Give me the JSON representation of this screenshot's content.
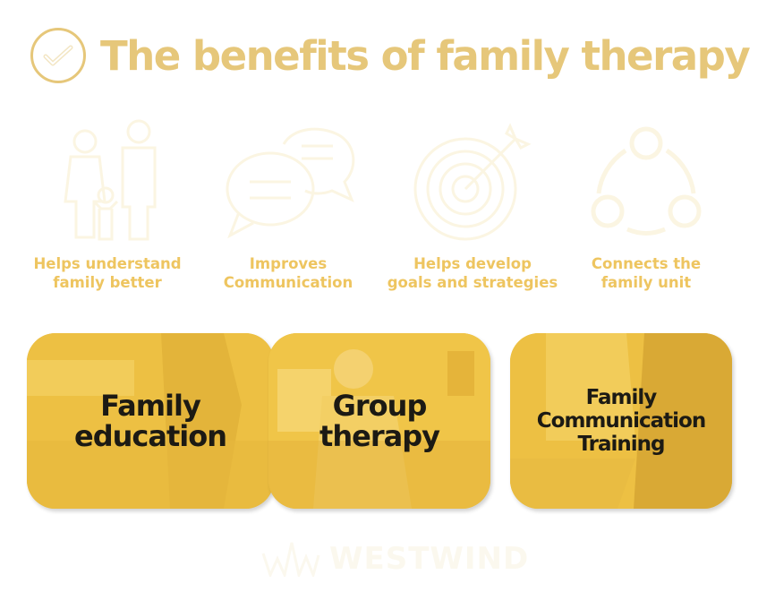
{
  "header": {
    "title": "The benefits of family therapy",
    "logo_icon": "checkmark-circle-icon",
    "accent_color": "#e6c77a"
  },
  "benefits": [
    {
      "icon": "family-icon",
      "line1": "Helps understand",
      "line2": "family better"
    },
    {
      "icon": "speech-bubbles-icon",
      "line1": "Improves",
      "line2": "Communication"
    },
    {
      "icon": "target-arrow-icon",
      "line1": "Helps develop",
      "line2": "goals and strategies"
    },
    {
      "icon": "connected-circles-icon",
      "line1": "Connects the",
      "line2": "family unit"
    }
  ],
  "cards": [
    {
      "line1": "Family",
      "line2": "education",
      "line3": ""
    },
    {
      "line1": "Group",
      "line2": "therapy",
      "line3": ""
    },
    {
      "line1": "Family",
      "line2": "Communication",
      "line3": "Training"
    }
  ],
  "colors": {
    "benefit_label": "#eec560",
    "card_bg": "#edc043",
    "card_text": "#1c1a14",
    "icon_stroke": "#fbf5e2"
  },
  "footer": {
    "brand": "WESTWIND",
    "logo_icon": "westwind-logo-icon"
  }
}
